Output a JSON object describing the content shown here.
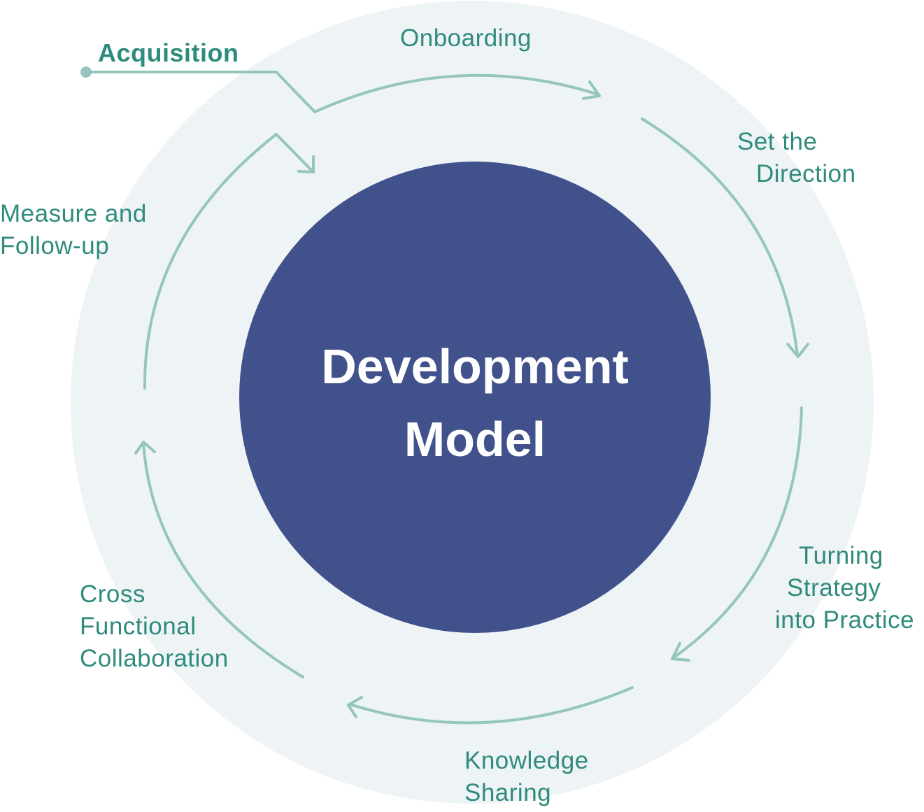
{
  "diagram": {
    "center": {
      "line1": "Development",
      "line2": "Model"
    },
    "entry_point": {
      "label": "Acquisition"
    },
    "stages": [
      {
        "id": "onboarding",
        "lines": [
          "Onboarding"
        ]
      },
      {
        "id": "set-direction",
        "lines": [
          "Set the",
          "Direction"
        ]
      },
      {
        "id": "turning-strategy",
        "lines": [
          "Turning",
          "Strategy",
          "into Practice"
        ]
      },
      {
        "id": "knowledge-sharing",
        "lines": [
          "Knowledge",
          "Sharing"
        ]
      },
      {
        "id": "cross-functional",
        "lines": [
          "Cross",
          "Functional",
          "Collaboration"
        ]
      },
      {
        "id": "measure-follow-up",
        "lines": [
          "Measure and",
          "Follow-up"
        ]
      }
    ]
  },
  "colors": {
    "outer_ring": "#eef3f6",
    "center_circle": "#41518b",
    "center_text": "#ffffff",
    "arrow": "#95c6bd",
    "label_text": "#2f8b7c"
  }
}
